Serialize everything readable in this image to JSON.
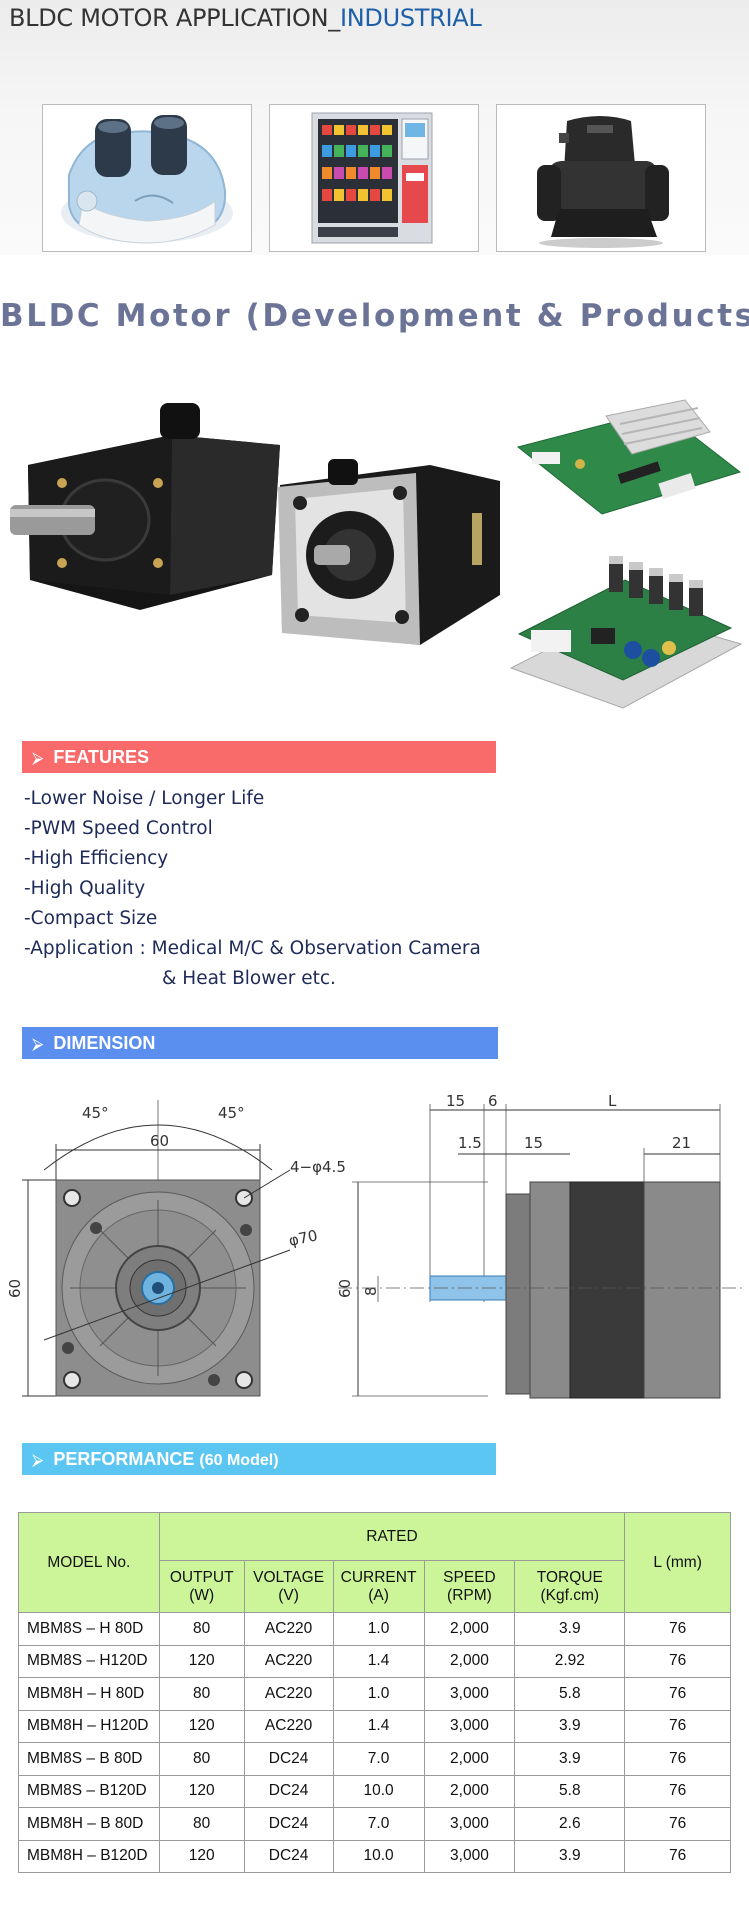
{
  "banner": {
    "title_prefix": "BLDC MOTOR APPLICATION_",
    "title_highlight": "INDUSTRIAL"
  },
  "main_title": "BLDC Motor (Development & Products)",
  "features": {
    "header": "FEATURES",
    "arrow": "⮚",
    "items": [
      "-Lower Noise / Longer Life",
      "-PWM Speed Control",
      "-High Efficiency",
      "-High Quality",
      "-Compact Size",
      "-Application : Medical M/C & Observation Camera",
      "& Heat Blower etc."
    ]
  },
  "dimension": {
    "header": "DIMENSION",
    "front_labels": {
      "angle_left": "45°",
      "angle_right": "45°",
      "width": "60",
      "height": "60",
      "holes": "4−φ4.5",
      "diameter": "φ70"
    },
    "side_labels": {
      "d15a": "15",
      "d6": "6",
      "L": "L",
      "d1_5": "1.5",
      "d15b": "15",
      "d21": "21",
      "height": "60",
      "shaft": "8"
    }
  },
  "performance": {
    "header": "PERFORMANCE",
    "header_suffix": "(60 Model)",
    "col_model": "MODEL No.",
    "col_rated": "RATED",
    "col_l": "L (mm)",
    "sub_cols": [
      {
        "name": "OUTPUT",
        "unit": "(W)"
      },
      {
        "name": "VOLTAGE",
        "unit": "(V)"
      },
      {
        "name": "CURRENT",
        "unit": "(A)"
      },
      {
        "name": "SPEED",
        "unit": "(RPM)"
      },
      {
        "name": "TORQUE",
        "unit": "(Kgf.cm)"
      }
    ],
    "rows": [
      [
        "MBM8S – H  80D",
        "80",
        "AC220",
        "1.0",
        "2,000",
        "3.9",
        "76"
      ],
      [
        "MBM8S – H120D",
        "120",
        "AC220",
        "1.4",
        "2,000",
        "2.92",
        "76"
      ],
      [
        "MBM8H – H  80D",
        "80",
        "AC220",
        "1.0",
        "3,000",
        "5.8",
        "76"
      ],
      [
        "MBM8H – H120D",
        "120",
        "AC220",
        "1.4",
        "3,000",
        "3.9",
        "76"
      ],
      [
        "MBM8S – B  80D",
        "80",
        "DC24",
        "7.0",
        "2,000",
        "3.9",
        "76"
      ],
      [
        "MBM8S – B120D",
        "120",
        "DC24",
        "10.0",
        "2,000",
        "5.8",
        "76"
      ],
      [
        "MBM8H – B  80D",
        "80",
        "DC24",
        "7.0",
        "3,000",
        "2.6",
        "76"
      ],
      [
        "MBM8H – B120D",
        "120",
        "DC24",
        "10.0",
        "3,000",
        "3.9",
        "76"
      ]
    ]
  },
  "colors": {
    "features_bar": "#f96a6a",
    "dimension_bar": "#5a8ff0",
    "performance_bar": "#5cc6f2",
    "table_header": "#ccf59a",
    "title": "#6b7497"
  }
}
